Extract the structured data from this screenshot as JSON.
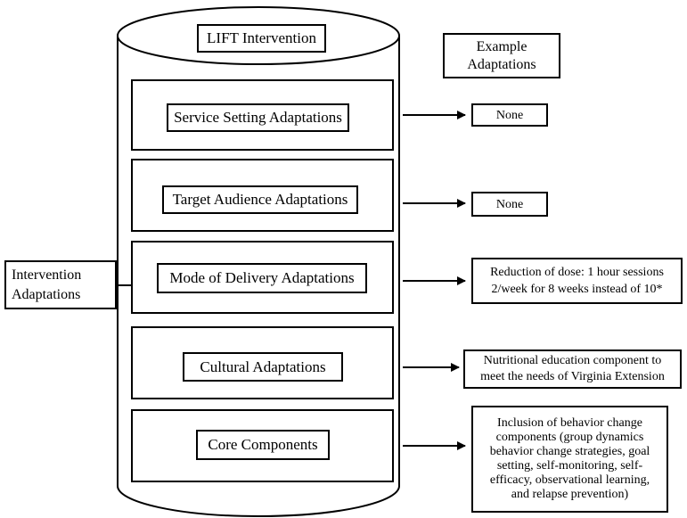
{
  "title": "LIFT Intervention",
  "example_header": "Example Adaptations",
  "side_label": "Intervention Adaptations",
  "layers": [
    {
      "label": "Service Setting Adaptations",
      "example": "None"
    },
    {
      "label": "Target Audience Adaptations",
      "example": "None"
    },
    {
      "label": "Mode of Delivery Adaptations",
      "example": "Reduction of dose: 1 hour sessions 2/week for 8 weeks instead of 10*"
    },
    {
      "label": "Cultural Adaptations",
      "example": "Nutritional education component to meet the needs of Virginia Extension"
    },
    {
      "label": "Core Components",
      "example": "Inclusion of behavior change components (group dynamics behavior change strategies, goal setting, self-monitoring, self-efficacy, observational learning, and relapse prevention)"
    }
  ]
}
